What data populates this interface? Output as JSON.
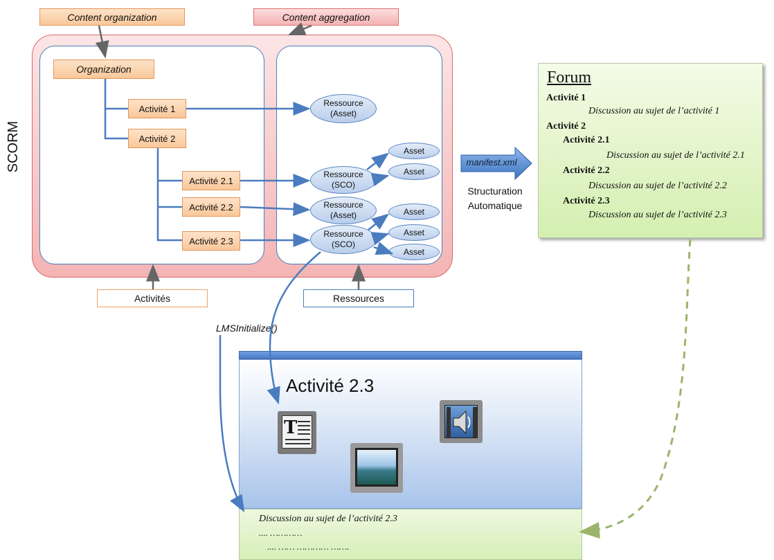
{
  "labels": {
    "content_organization": "Content organization",
    "content_aggregation": "Content aggregation",
    "scorm": "SCORM",
    "organization": "Organization",
    "activites": "Activités",
    "ressources": "Ressources",
    "lms_initialize": "LMSInitialize()",
    "manifest": "manifest.xml",
    "structuration_1": "Structuration",
    "structuration_2": "Automatique"
  },
  "activities": [
    "Activité 1",
    "Activité 2",
    "Activité 2.1",
    "Activité 2.2",
    "Activité 2.3"
  ],
  "resources": {
    "res1": [
      "Ressource",
      "(Asset)"
    ],
    "res21": [
      "Ressource",
      "(SCO)"
    ],
    "res22": [
      "Ressource",
      "(Asset)"
    ],
    "res23": [
      "Ressource",
      "(SCO)"
    ],
    "asset": "Asset"
  },
  "forum": {
    "title": "Forum",
    "act1": "Activité 1",
    "disc1": "Discussion au sujet de l’activité 1",
    "act2": "Activité 2",
    "act21": "Activité 2.1",
    "disc21": "Discussion au sujet de l’activité 2.1",
    "act22": "Activité 2.2",
    "disc22": "Discussion au sujet de l’activité 2.2",
    "act23": "Activité 2.3",
    "disc23": "Discussion au sujet de l’activité 2.3"
  },
  "window": {
    "title": "Activité 2.3",
    "discussion": "Discussion au sujet de l’activité 2.3",
    "dots1": ".... …………",
    "dots2": ".... …… ………… ……."
  },
  "icons": [
    "text-document-icon",
    "image-icon",
    "audio-video-icon"
  ]
}
